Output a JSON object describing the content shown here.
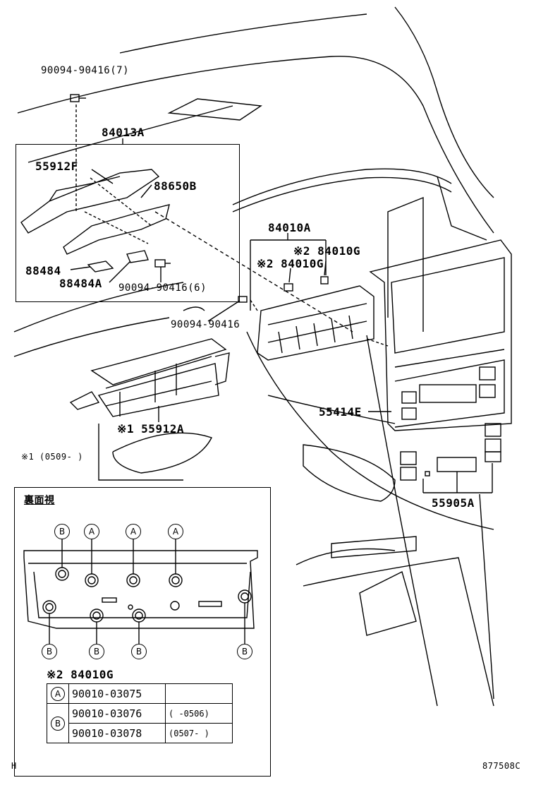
{
  "labels": {
    "bolt_top": "90094-90416(7)",
    "assy_84013a": "84013A",
    "part_55912f": "55912F",
    "part_88650b": "88650B",
    "part_88484": "88484",
    "part_88484a": "88484A",
    "bolt_6": "90094-90416(6)",
    "assy_84010a": "84010A",
    "note2_84010g_a": "※2 84010G",
    "note2_84010g_b": "※2 84010G",
    "bolt_mid": "90094-90416",
    "part_55912a": "※1 55912A",
    "note1": "※1 (0509-    )",
    "part_55414e": "55414E",
    "part_55905a": "55905A",
    "rear_view_title": "裏面視",
    "table_title": "※2 84010G",
    "footer_left": "H",
    "footer_right": "877508C"
  },
  "pins_top": [
    "B",
    "A",
    "A",
    "A"
  ],
  "pins_bottom": [
    "B",
    "B",
    "B",
    "B"
  ],
  "table": {
    "rows": [
      {
        "key": "A",
        "part": "90010-03075",
        "range": ""
      },
      {
        "key": "B",
        "part": "90010-03076",
        "range": "(    -0506)"
      },
      {
        "key": "",
        "part": "90010-03078",
        "range": "(0507-    )"
      }
    ]
  }
}
